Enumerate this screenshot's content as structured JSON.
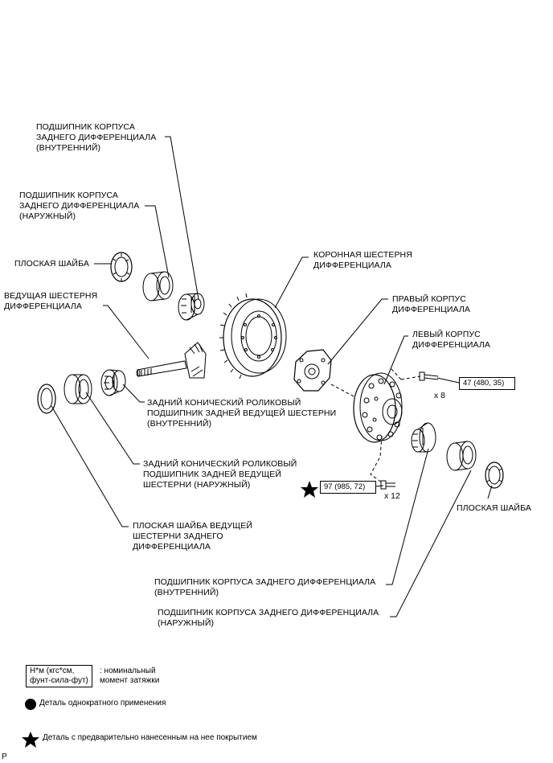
{
  "labels": {
    "inner_bearing_top": "ПОДШИПНИК КОРПУСА\nЗАДНЕГО ДИФФЕРЕНЦИАЛА\n(ВНУТРЕННИЙ)",
    "outer_bearing_top": "ПОДШИПНИК КОРПУСА\nЗАДНЕГО ДИФФЕРЕНЦИАЛА\n(НАРУЖНЫЙ)",
    "flat_washer_left": "ПЛОСКАЯ ШАЙБА",
    "drive_pinion": "ВЕДУЩАЯ ШЕСТЕРНЯ\nДИФФЕРЕНЦИАЛА",
    "ring_gear": "КОРОННАЯ ШЕСТЕРНЯ\nДИФФЕРЕНЦИАЛА",
    "right_case": "ПРАВЫЙ КОРПУС\nДИФФЕРЕНЦИАЛА",
    "left_case": "ЛЕВЫЙ КОРПУС\nДИФФЕРЕНЦИАЛА",
    "rear_taper_inner": "ЗАДНИЙ КОНИЧЕСКИЙ РОЛИКОВЫЙ\nПОДШИПНИК ЗАДНЕЙ ВЕДУЩЕЙ ШЕСТЕРНИ\n(ВНУТРЕННИЙ)",
    "rear_taper_outer": "ЗАДНИЙ КОНИЧЕСКИЙ РОЛИКОВЫЙ\nПОДШИПНИК ЗАДНЕЙ ВЕДУЩЕЙ\nШЕСТЕРНИ (НАРУЖНЫЙ)",
    "pinion_washer": "ПЛОСКАЯ ШАЙБА ВЕДУЩЕЙ\nШЕСТЕРНИ ЗАДНЕГО\nДИФФЕРЕНЦИАЛА",
    "flat_washer_right": "ПЛОСКАЯ ШАЙБА",
    "inner_bearing_bottom": "ПОДШИПНИК КОРПУСА ЗАДНЕГО ДИФФЕРЕНЦИАЛА\n(ВНУТРЕННИЙ)",
    "outer_bearing_bottom": "ПОДШИПНИК КОРПУСА ЗАДНЕГО ДИФФЕРЕНЦИАЛА\n(НАРУЖНЫЙ)"
  },
  "torque": {
    "bolt_a": "47 (480, 35)",
    "bolt_a_qty": "x 8",
    "bolt_b": "97 (985, 72)",
    "bolt_b_qty": "x 12"
  },
  "legend": {
    "unit_box": "Н*м (кгс*см,\nфунт-сила-фут)",
    "unit_desc": ": номинальный\nмомент затяжки",
    "circle_desc": "Деталь однократного применения",
    "star_desc": "Деталь с предварительно нанесенным на нее покрытием"
  },
  "corner_mark": "P"
}
